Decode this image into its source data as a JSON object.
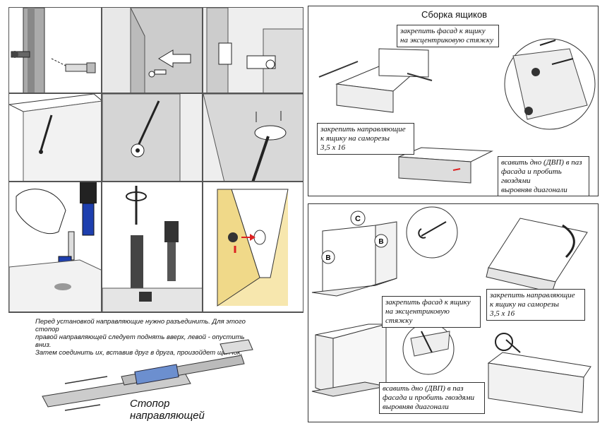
{
  "left": {
    "slide_note": [
      "Перед установкой направляющие нужно разъединить. Для этого стопор",
      "правой направляющей следует поднять вверх, левой - опустить вниз.",
      "Затем соединить их, вставив друг в друга, произойдет щелчок."
    ],
    "stopper_label": [
      "Стопор",
      "направляющей"
    ]
  },
  "top_right": {
    "title": "Сборка ящиков",
    "label_facade": [
      "закрепить фасад к ящику",
      "на эксцентриковую стяжку"
    ],
    "label_rails": [
      "закрепить направляющие",
      "к ящику на саморезы",
      "3,5 х 16"
    ],
    "label_bottom": [
      "всавить дно (ДВП) в паз",
      "фасада и пробить гвоздями",
      "выровняв диагонали"
    ]
  },
  "bottom_right": {
    "letters": [
      "C",
      "B",
      "B"
    ],
    "label_facade": [
      "закрепить фасад к ящику",
      "на эксцентриковую стяжку"
    ],
    "label_rails": [
      "закрепить направляющие",
      "к ящику на саморезы",
      "3,5 х 16"
    ],
    "label_bottom": [
      "всавить дно (ДВП) в паз",
      "фасада и пробить гвоздями",
      "выровняв диагонали"
    ]
  }
}
